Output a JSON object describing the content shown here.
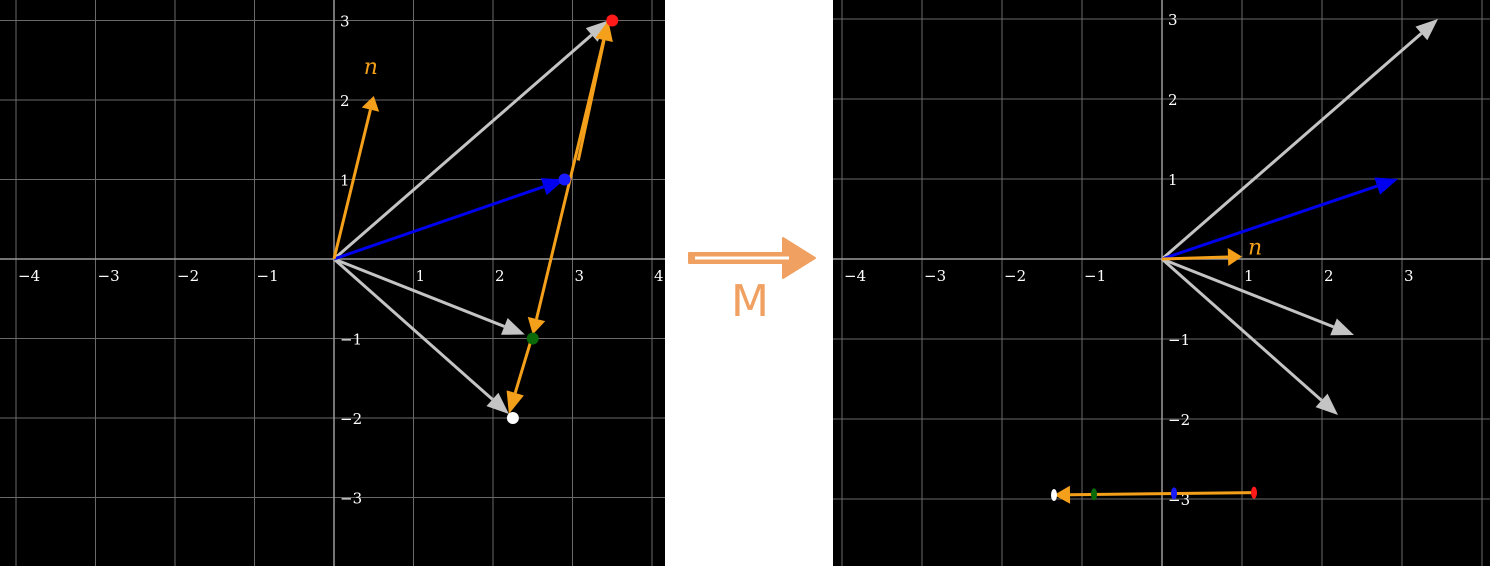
{
  "transform_label": "M",
  "vector_label": "n",
  "colors": {
    "background": "#000000",
    "grid": "#6a6a6a",
    "gray_vector": "#c4c4c4",
    "blue_vector": "#0000ee",
    "normal_vector": "#f5a01a",
    "transform_arrow": "#f0a060",
    "point_red": "#ff1a1a",
    "point_blue": "#1a1aff",
    "point_green": "#0a6a0a",
    "point_white": "#ffffff"
  },
  "before": {
    "x_ticks": [
      {
        "v": -4,
        "t": "−4"
      },
      {
        "v": -3,
        "t": "−3"
      },
      {
        "v": -2,
        "t": "−2"
      },
      {
        "v": -1,
        "t": "−1"
      },
      {
        "v": 1,
        "t": "1"
      },
      {
        "v": 2,
        "t": "2"
      },
      {
        "v": 3,
        "t": "3"
      },
      {
        "v": 4,
        "t": "4"
      }
    ],
    "y_ticks": [
      {
        "v": 3,
        "t": "3"
      },
      {
        "v": 2,
        "t": "2"
      },
      {
        "v": 1,
        "t": "1"
      },
      {
        "v": -1,
        "t": "−1"
      },
      {
        "v": -2,
        "t": "−2"
      },
      {
        "v": -3,
        "t": "−3"
      }
    ],
    "gray_vectors": [
      {
        "x": 3.45,
        "y": 3.0
      },
      {
        "x": 2.4,
        "y": -0.95
      },
      {
        "x": 2.2,
        "y": -1.95
      }
    ],
    "blue_vector": {
      "x": 2.9,
      "y": 1.0
    },
    "normal_vector": {
      "x": 0.5,
      "y": 2.05
    },
    "orange_path": {
      "from": {
        "x": 3.45,
        "y": 3.0
      },
      "mid": {
        "x": 2.5,
        "y": -0.95
      },
      "to": {
        "x": 2.2,
        "y": -1.95
      }
    },
    "points": [
      {
        "x": 3.5,
        "y": 3.0,
        "color": "point_red"
      },
      {
        "x": 2.9,
        "y": 1.0,
        "color": "point_blue"
      },
      {
        "x": 2.5,
        "y": -1.0,
        "color": "point_green"
      },
      {
        "x": 2.25,
        "y": -2.0,
        "color": "point_white"
      }
    ]
  },
  "after": {
    "x_ticks": [
      {
        "v": -4,
        "t": "−4"
      },
      {
        "v": -3,
        "t": "−3"
      },
      {
        "v": -2,
        "t": "−2"
      },
      {
        "v": -1,
        "t": "−1"
      },
      {
        "v": 1,
        "t": "1"
      },
      {
        "v": 2,
        "t": "2"
      },
      {
        "v": 3,
        "t": "3"
      }
    ],
    "y_ticks": [
      {
        "v": 3,
        "t": "3"
      },
      {
        "v": 2,
        "t": "2"
      },
      {
        "v": 1,
        "t": "1"
      },
      {
        "v": -1,
        "t": "−1"
      },
      {
        "v": -2,
        "t": "−2"
      },
      {
        "v": -3,
        "t": "−3"
      }
    ],
    "gray_vectors": [
      {
        "x": 3.45,
        "y": 3.0
      },
      {
        "x": 2.4,
        "y": -0.95
      },
      {
        "x": 2.2,
        "y": -1.95
      }
    ],
    "blue_vector": {
      "x": 2.95,
      "y": 1.0
    },
    "normal_vector": {
      "x": 1.0,
      "y": 0.03
    },
    "orange_path": {
      "from": {
        "x": 1.15,
        "y": -2.92
      },
      "to": {
        "x": -1.35,
        "y": -2.95
      }
    },
    "points": [
      {
        "x": 1.15,
        "y": -2.92,
        "color": "point_red"
      },
      {
        "x": 0.15,
        "y": -2.93,
        "color": "point_blue"
      },
      {
        "x": -0.85,
        "y": -2.94,
        "color": "point_green"
      },
      {
        "x": -1.35,
        "y": -2.95,
        "color": "point_white"
      }
    ]
  }
}
